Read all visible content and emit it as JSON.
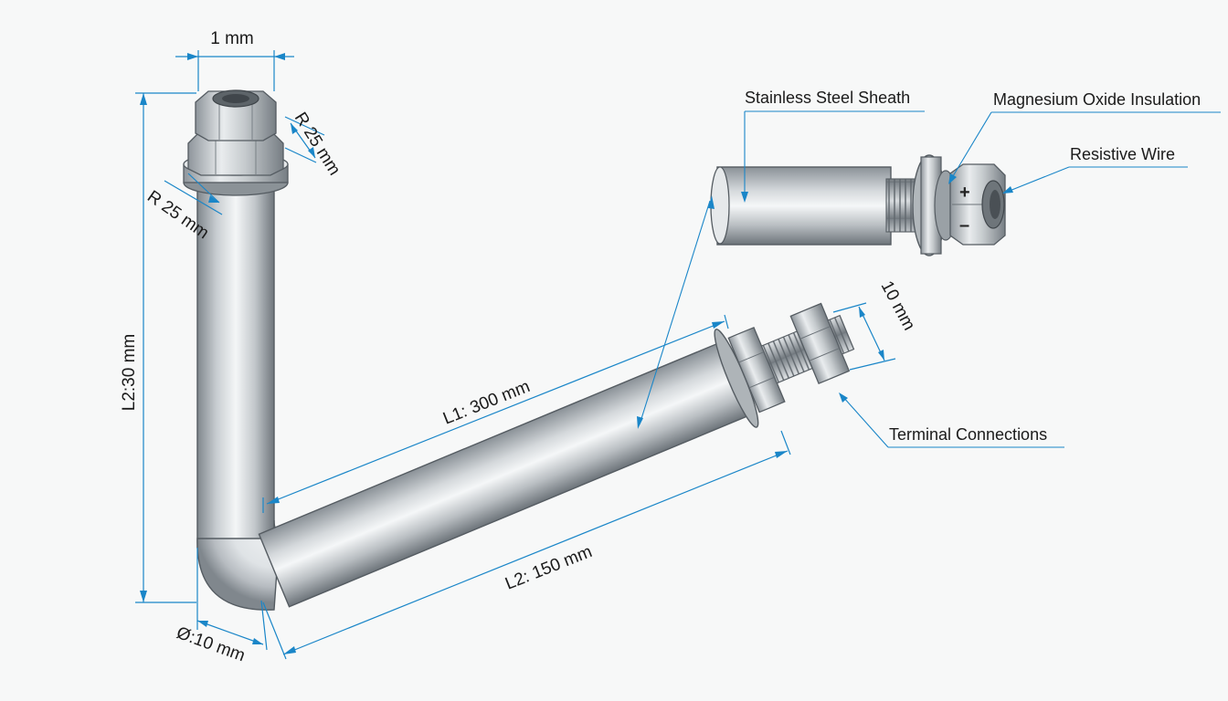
{
  "dimensions": {
    "top_width": "1 mm",
    "nut_radius": "R 25 mm",
    "flange_radius": "R 25 mm",
    "vertical_length": "L2:30 mm",
    "diagonal_length_1": "L1: 300 mm",
    "diagonal_length_2": "L2: 150 mm",
    "tube_diameter": "Ø:10 mm",
    "terminal_thread": "10 mm"
  },
  "callouts": {
    "sheath": "Stainless Steel Sheath",
    "insulation": "Magnesium Oxide Insulation",
    "wire": "Resistive Wire",
    "terminals": "Terminal Connections"
  },
  "terminal_polarity": {
    "positive": "+",
    "negative": "–"
  },
  "colors": {
    "dimension_line": "#1a86c8",
    "steel_light": "#f2f4f5",
    "steel_mid": "#b9bfc4",
    "steel_dark": "#6d747a",
    "background": "#f7f8f8"
  }
}
